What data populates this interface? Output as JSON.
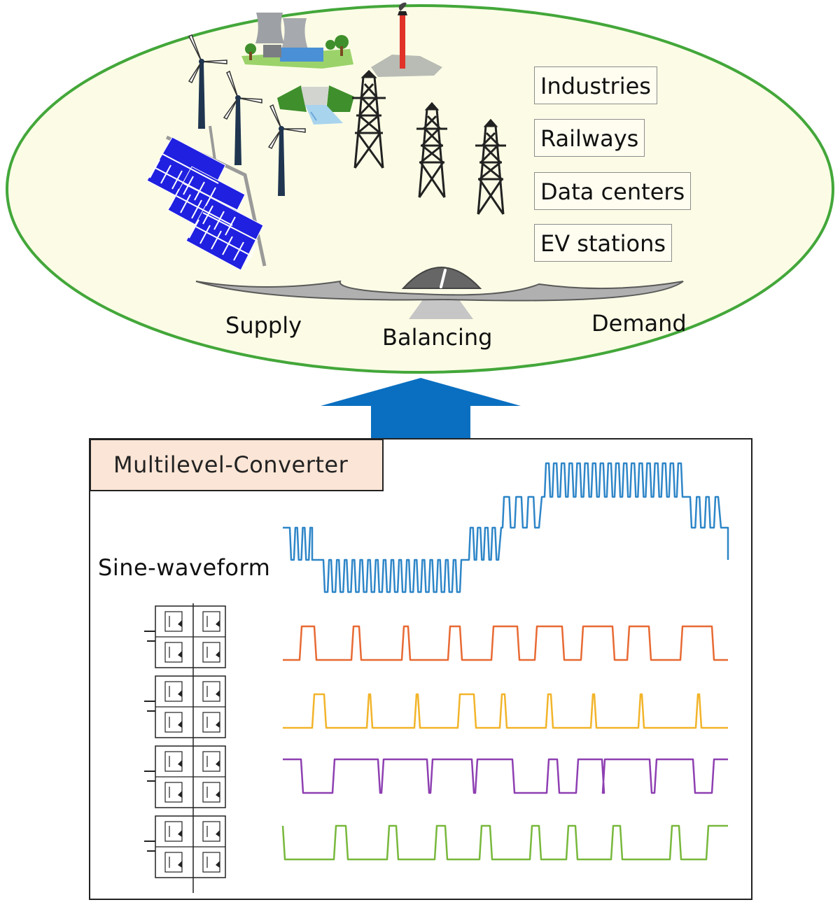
{
  "scene": {
    "demand_items": [
      "Industries",
      "Railways",
      "Data centers",
      "EV stations"
    ],
    "supply_label": "Supply",
    "balancing_label": "Balancing",
    "demand_label": "Demand"
  },
  "converter": {
    "title": "Multilevel-Converter",
    "waveform_label": "Sine-waveform"
  },
  "colors": {
    "ellipse_fill": "#fcfce6",
    "ellipse_stroke": "#43a73a",
    "arrow": "#0a6fc0",
    "sine": "#2e86c8",
    "carrier_1": "#e86a34",
    "carrier_2": "#f2b42a",
    "carrier_3": "#8e3fb2",
    "carrier_4": "#78b83c",
    "title_box": "#fbe5d6"
  },
  "icons": [
    "solar-panel-icon",
    "wind-turbine-icon",
    "nuclear-plant-icon",
    "factory-chimney-icon",
    "hydro-dam-icon",
    "power-tower-icon",
    "balance-scale-icon",
    "igbt-cell-icon"
  ]
}
